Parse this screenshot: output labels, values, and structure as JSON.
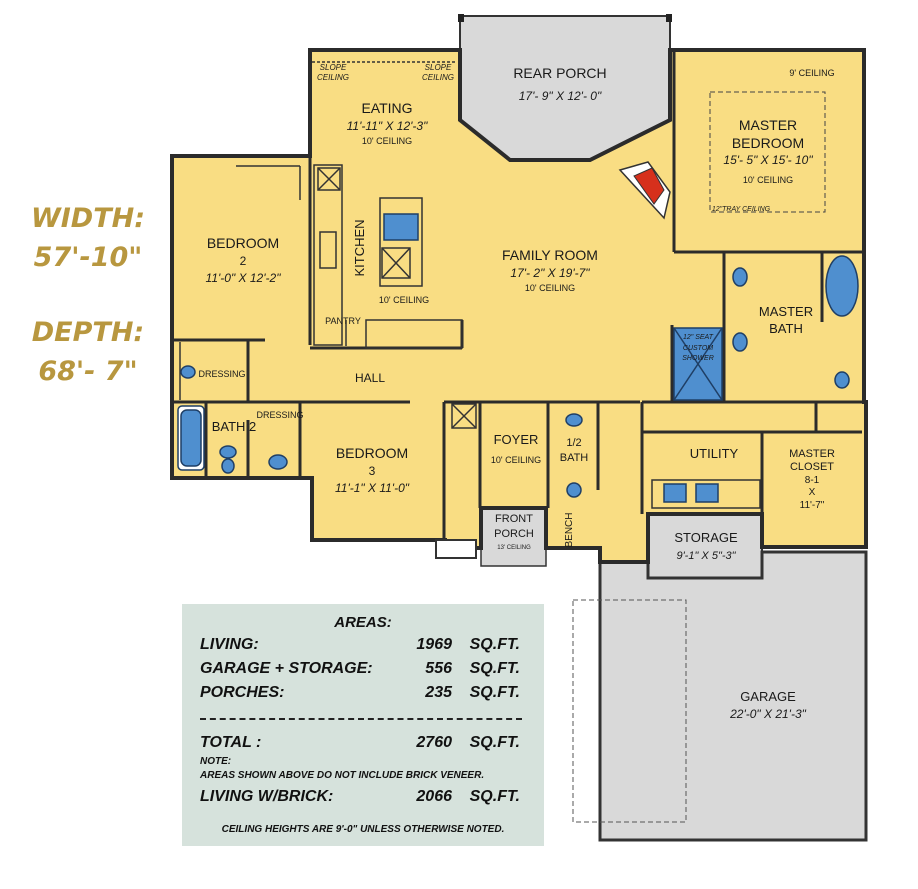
{
  "dimensions": {
    "width_label": "WIDTH:",
    "width_value": "57'-10\"",
    "depth_label": "DEPTH:",
    "depth_value": "68'- 7\""
  },
  "rooms": {
    "rear_porch": {
      "name": "REAR PORCH",
      "size": "17'- 9\" X 12'- 0\""
    },
    "eating": {
      "name": "EATING",
      "size": "11'-11\" X 12'-3\"",
      "ceiling": "10' CEILING"
    },
    "slope_left": {
      "line1": "SLOPE",
      "line2": "CEILING"
    },
    "slope_right": {
      "line1": "SLOPE",
      "line2": "CEILING"
    },
    "master_bedroom": {
      "line1": "MASTER",
      "line2": "BEDROOM",
      "size": "15'- 5\" X 15'- 10\"",
      "ceiling": "10' CEILING",
      "ceiling_top": "9' CEILING",
      "tray": "12\"TRAY CEILING"
    },
    "bedroom2": {
      "line1": "BEDROOM",
      "line2": "2",
      "size": "11'-0\" X 12'-2\""
    },
    "kitchen": {
      "name": "KITCHEN",
      "ceiling": "10' CEILING"
    },
    "family_room": {
      "name": "FAMILY ROOM",
      "size": "17'- 2\" X 19'-7\"",
      "ceiling": "10' CEILING"
    },
    "pantry": {
      "name": "PANTRY"
    },
    "master_bath": {
      "line1": "MASTER",
      "line2": "BATH"
    },
    "shower": {
      "line1": "12\" SEAT",
      "line2": "CUSTOM",
      "line3": "SHOWER"
    },
    "dressing1": {
      "name": "DRESSING"
    },
    "dressing2": {
      "name": "DRESSING"
    },
    "hall": {
      "name": "HALL"
    },
    "bath2": {
      "name": "BATH 2"
    },
    "bedroom3": {
      "name": "BEDROOM",
      "num": "3",
      "size": "11'-1\" X 11'-0\""
    },
    "foyer": {
      "name": "FOYER",
      "ceiling": "10' CEILING"
    },
    "half_bath": {
      "line1": "1/2",
      "line2": "BATH"
    },
    "utility": {
      "name": "UTILITY"
    },
    "master_closet": {
      "line1": "MASTER",
      "line2": "CLOSET",
      "line3": "8-1",
      "line4": "X",
      "line5": "11'-7\""
    },
    "front_porch": {
      "line1": "FRONT",
      "line2": "PORCH",
      "ceiling": "13' CEILING"
    },
    "bench": {
      "name": "BENCH"
    },
    "storage": {
      "name": "STORAGE",
      "size": "9'-1\" X 5\"-3\""
    },
    "garage": {
      "name": "GARAGE",
      "size": "22'-0\" X 21'-3\""
    }
  },
  "areas": {
    "title": "AREAS:",
    "rows": [
      {
        "label": "LIVING:",
        "value": "1969",
        "unit": "SQ.FT."
      },
      {
        "label": "GARAGE + STORAGE:",
        "value": "556",
        "unit": "SQ.FT."
      },
      {
        "label": "PORCHES:",
        "value": "235",
        "unit": "SQ.FT."
      }
    ],
    "total": {
      "label": "TOTAL :",
      "value": "2760",
      "unit": "SQ.FT."
    },
    "note_title": "NOTE:",
    "note_text": "AREAS SHOWN ABOVE DO NOT INCLUDE BRICK VENEER.",
    "brick": {
      "label": "LIVING W/BRICK:",
      "value": "2066",
      "unit": "SQ.FT."
    },
    "ceiling_note": "CEILING HEIGHTS ARE 9'-0\" UNLESS OTHERWISE NOTED."
  },
  "colors": {
    "room_fill": "#f9dd83",
    "porch_fill": "#d9d9d9",
    "wet_fill": "#4f8fcf",
    "fireplace": "#d6301c",
    "wall": "#2b2b2b",
    "areas_bg": "#d6e2dc",
    "dimension_text": "#b8973f"
  }
}
